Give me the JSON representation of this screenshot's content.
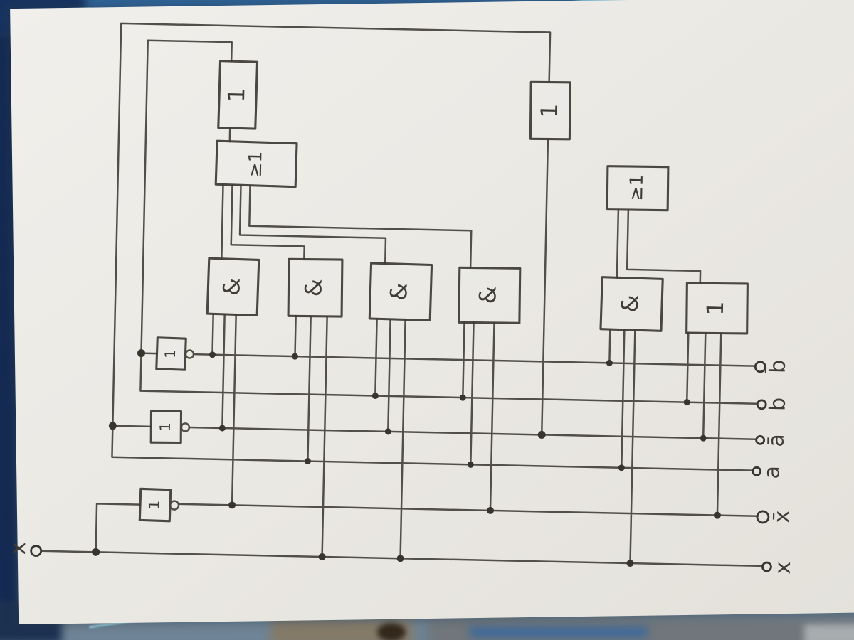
{
  "terminals": {
    "right": [
      {
        "id": "b-bar",
        "label": "b̄"
      },
      {
        "id": "b",
        "label": "b"
      },
      {
        "id": "a-bar",
        "label": "ā"
      },
      {
        "id": "a",
        "label": "a"
      },
      {
        "id": "x-bar",
        "label": "x̄"
      },
      {
        "id": "x",
        "label": "x"
      }
    ],
    "left": [
      {
        "id": "x-in",
        "label": "x"
      }
    ]
  },
  "gates": {
    "flip_flops": [
      {
        "id": "ff-left",
        "label": "1"
      },
      {
        "id": "ff-right",
        "label": "1"
      }
    ],
    "or_gates": [
      {
        "id": "or-left",
        "label": "≥1"
      },
      {
        "id": "or-right",
        "label": "≥1"
      }
    ],
    "and_gates": [
      {
        "id": "and-1",
        "label": "&"
      },
      {
        "id": "and-2",
        "label": "&"
      },
      {
        "id": "and-3",
        "label": "&"
      },
      {
        "id": "and-4",
        "label": "&"
      },
      {
        "id": "and-5",
        "label": "&"
      },
      {
        "id": "and-6",
        "label": "1"
      }
    ],
    "inverters": [
      {
        "id": "inv-b",
        "label": "1"
      },
      {
        "id": "inv-a",
        "label": "1"
      },
      {
        "id": "inv-x",
        "label": "1"
      }
    ]
  },
  "colors": {
    "pencil": "#474440",
    "paper": "#edebe6",
    "desk_blue": "#2e6296",
    "desk_navy": "#16335f",
    "desk_cyan": "#86d4ea",
    "desk_slate": "#70767a",
    "desk_tan": "#857a68"
  }
}
